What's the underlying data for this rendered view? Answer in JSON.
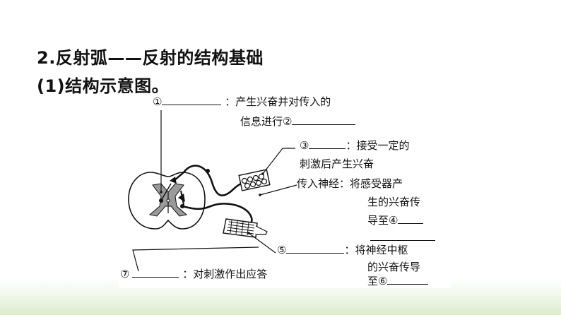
{
  "heading": {
    "line1": "2.反射弧——反射的结构基础",
    "line2": "(1)结构示意图。"
  },
  "labels": {
    "l1a": "①",
    "l1b": "：产生兴奋并对传入的",
    "l1c": "信息进行②",
    "l3a": "③",
    "l3b": "：接受一定的",
    "l3c": "刺激后产生兴奋",
    "l2a": "传入神经：将感受器产",
    "l2b": "生的兴奋传",
    "l2c": "导至④",
    "l5a": "⑤",
    "l5b": "：将神经中枢",
    "l5c": "的兴奋传导",
    "l5d": "至⑥",
    "l7a": "⑦",
    "l7b": "：对刺激作出应答"
  },
  "colors": {
    "gray_matter": "#9a9a9a",
    "line": "#111111"
  }
}
